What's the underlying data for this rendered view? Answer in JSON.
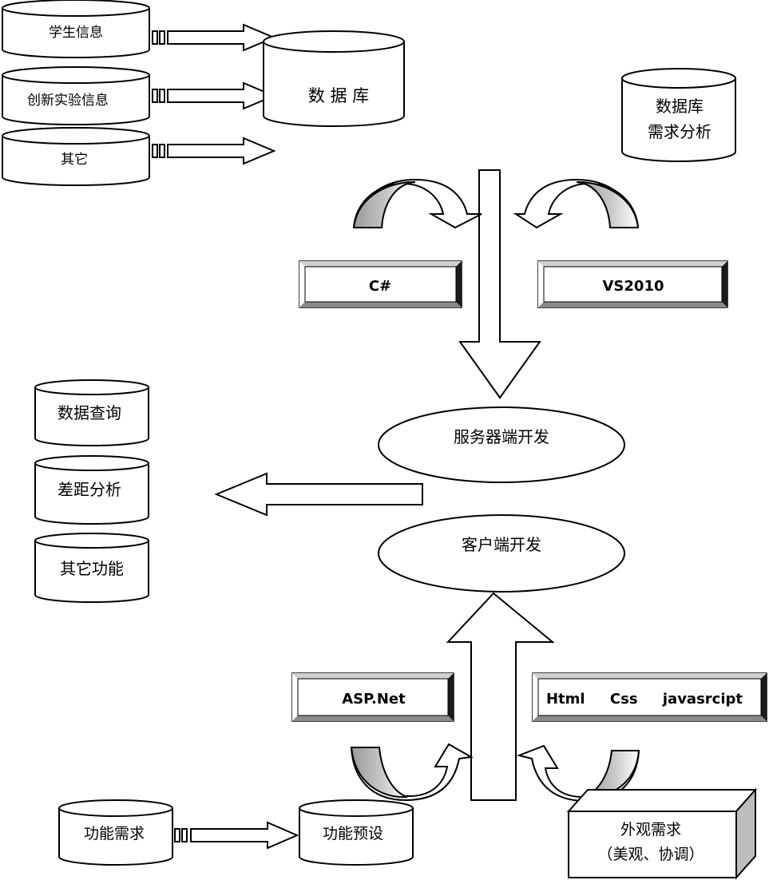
{
  "sources": {
    "student_info": "学生信息",
    "innovation_info": "创新实验信息",
    "other": "其它"
  },
  "database": {
    "label": "数 据 库"
  },
  "db_requirement": {
    "line1": "数据库",
    "line2": "需求分析"
  },
  "tools_server": {
    "left": "C#",
    "right": "VS2010"
  },
  "server_dev": "服务器端开发",
  "client_dev": "客户端开发",
  "functions": {
    "query": "数据查询",
    "gap": "差距分析",
    "other": "其它功能"
  },
  "tools_client": {
    "left": "ASP.Net",
    "right": "Html     Css     javasrcipt"
  },
  "func_requirement": "功能需求",
  "func_preset": "功能预设",
  "appearance": {
    "line1": "外观需求",
    "line2": "（美观、协调）"
  }
}
